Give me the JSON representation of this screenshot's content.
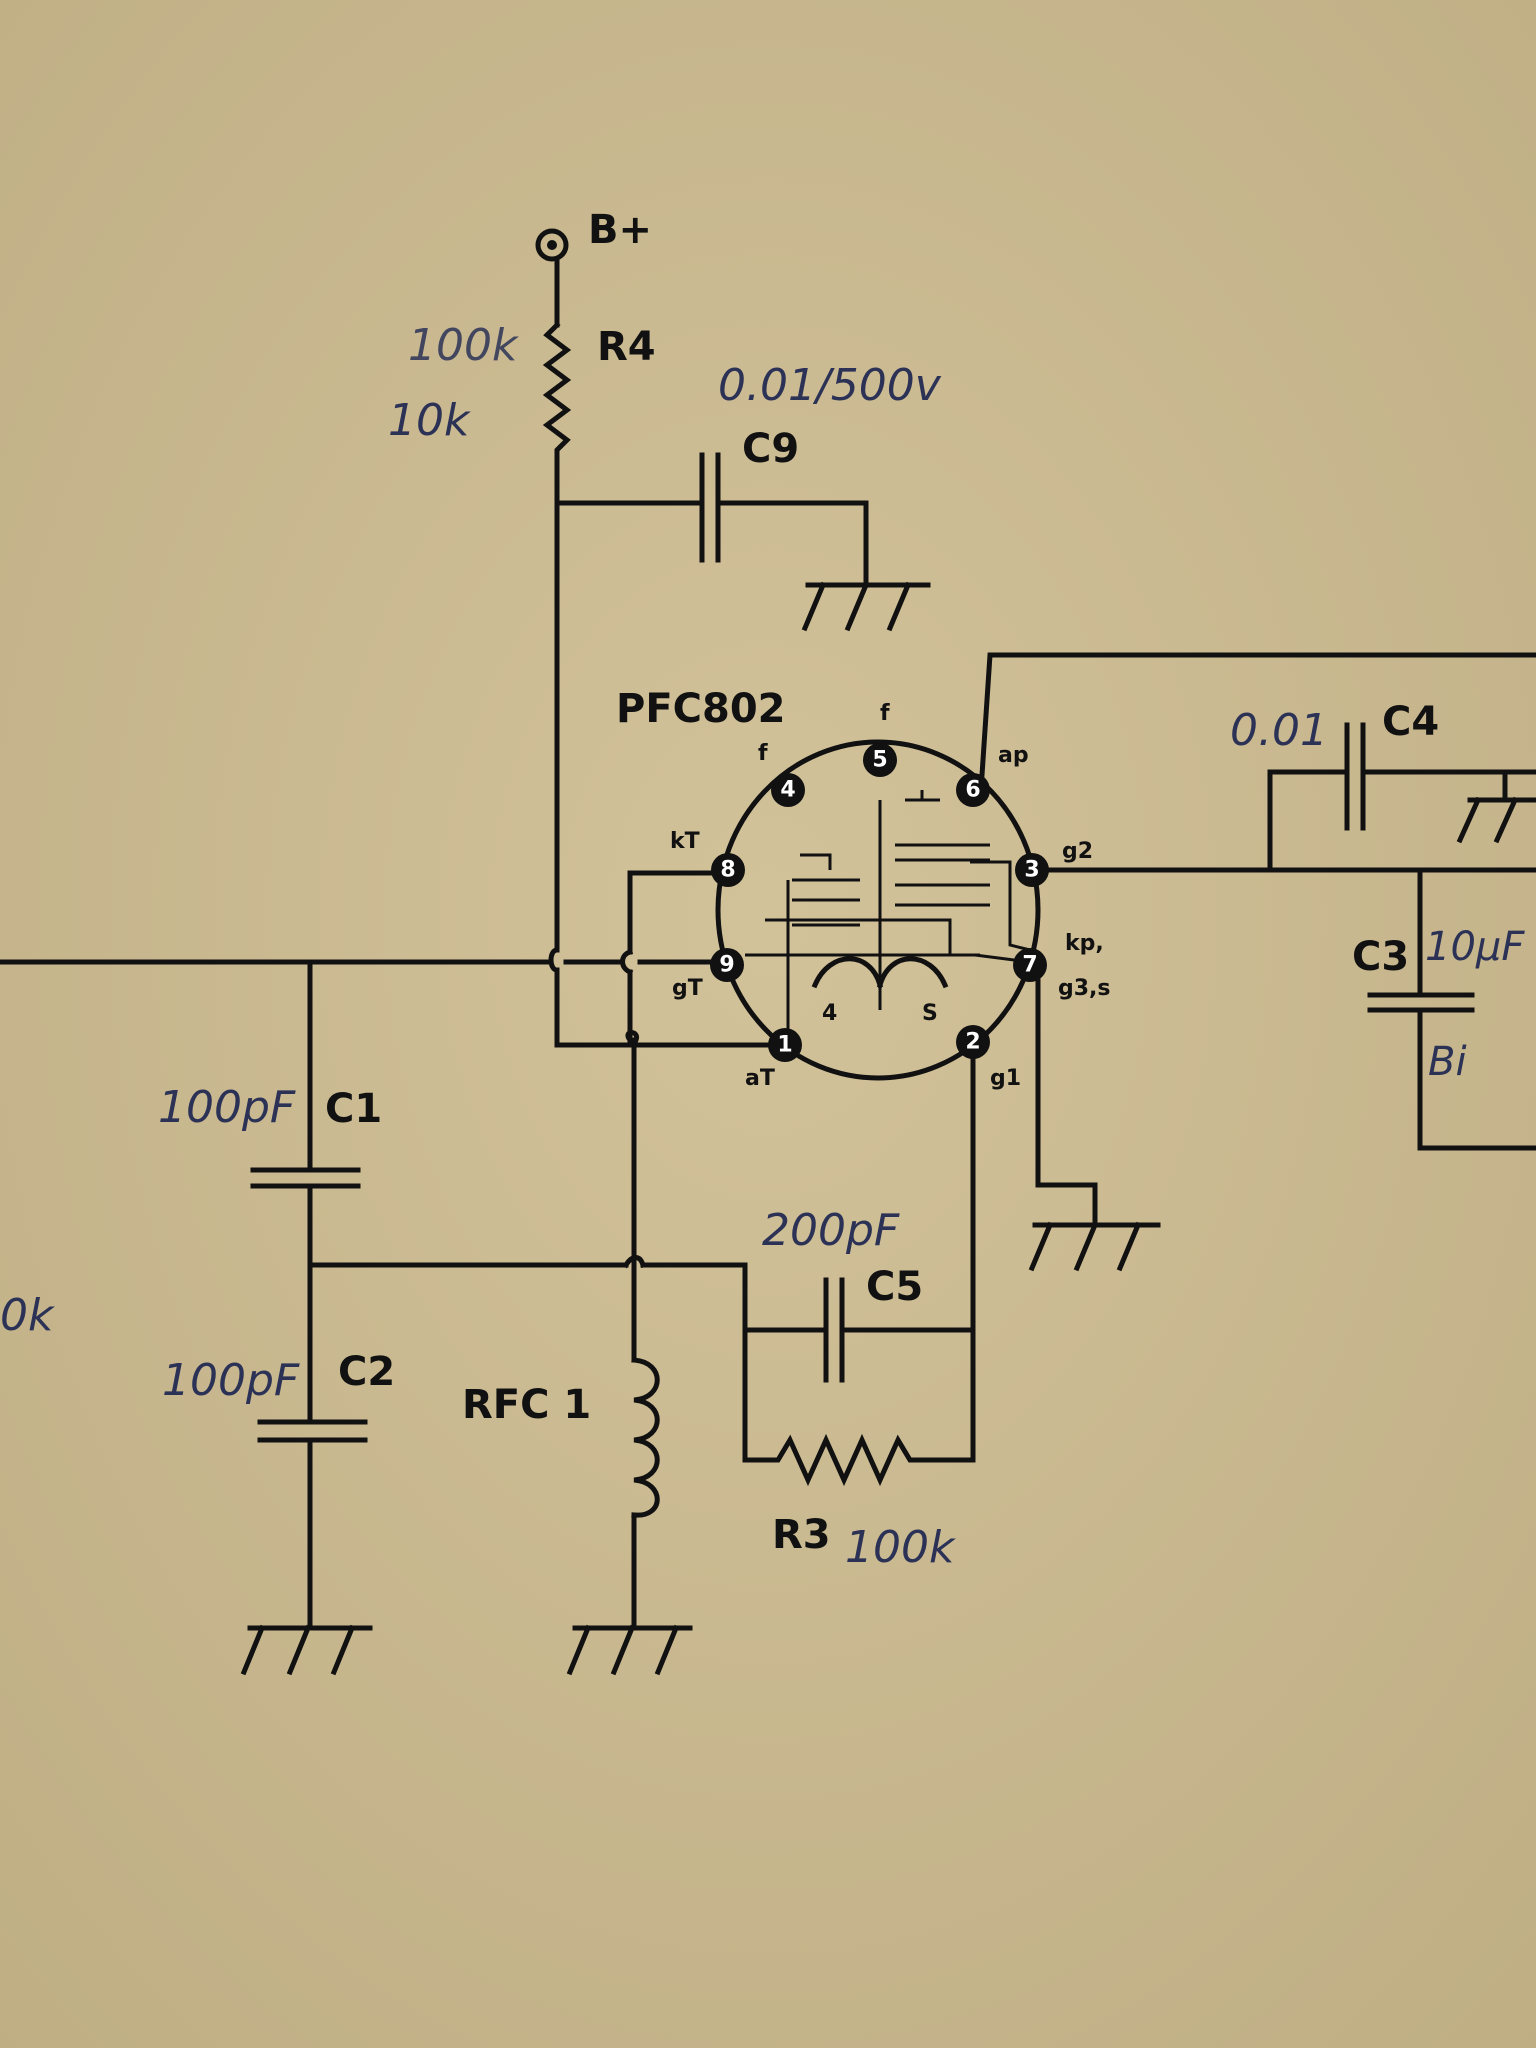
{
  "labels": {
    "bplus": "B+",
    "r4": "R4",
    "c9": "C9",
    "tube": "PFC802",
    "c4": "C4",
    "c3": "C3",
    "c1": "C1",
    "c2": "C2",
    "c5": "C5",
    "rfc1": "RFC 1",
    "r3": "R3"
  },
  "pins": {
    "p1": "1",
    "p2": "2",
    "p3": "3",
    "p4": "4",
    "p5": "5",
    "p6": "6",
    "p7": "7",
    "p8": "8",
    "p9": "9"
  },
  "pin_labels": {
    "f_left": "f",
    "f_top": "f",
    "ap": "ap",
    "g2": "g2",
    "kt": "kT",
    "gt": "gT",
    "kp": "kp,",
    "g3s": "g3,s",
    "at": "aT",
    "g1": "g1",
    "inner4": "4",
    "inners": "S"
  },
  "handwritten": {
    "r4_scribble": "100k",
    "r4_value": "10k",
    "c9_value": "0.01/500v",
    "c4_value": "0.01",
    "c3_value": "10µF",
    "c3_extra": "Bi",
    "c1_value": "100pF",
    "c2_value": "100pF",
    "c5_value": "200pF",
    "r3_value": "100k",
    "left_edge": "0k"
  }
}
